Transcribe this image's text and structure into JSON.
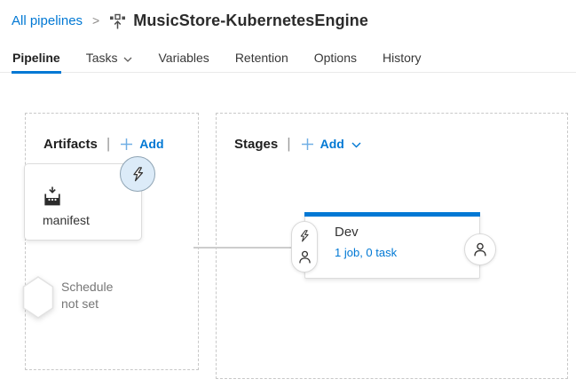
{
  "colors": {
    "accent": "#0078d4",
    "muted_text": "#767676",
    "dashed_border": "#c8c8c8"
  },
  "breadcrumb": {
    "parent": "All pipelines",
    "divider": ">",
    "title": "MusicStore-KubernetesEngine"
  },
  "tabs": [
    {
      "label": "Pipeline",
      "active": true
    },
    {
      "label": "Tasks",
      "has_dropdown": true
    },
    {
      "label": "Variables"
    },
    {
      "label": "Retention"
    },
    {
      "label": "Options"
    },
    {
      "label": "History"
    }
  ],
  "artifacts": {
    "heading": "Artifacts",
    "separator": "|",
    "add_label": "Add",
    "artifact": {
      "name": "manifest",
      "icon": "build-drop-icon",
      "trigger_icon": "lightning-bolt-icon"
    },
    "schedule_line1": "Schedule",
    "schedule_line2": "not set",
    "schedule_icon": "clock-icon"
  },
  "stages": {
    "heading": "Stages",
    "separator": "|",
    "add_label": "Add",
    "stage": {
      "name": "Dev",
      "summary": "1 job, 0 task",
      "pre_deploy_icons": [
        "lightning-bolt-icon",
        "person-icon"
      ],
      "post_deploy_icon": "person-icon"
    }
  }
}
